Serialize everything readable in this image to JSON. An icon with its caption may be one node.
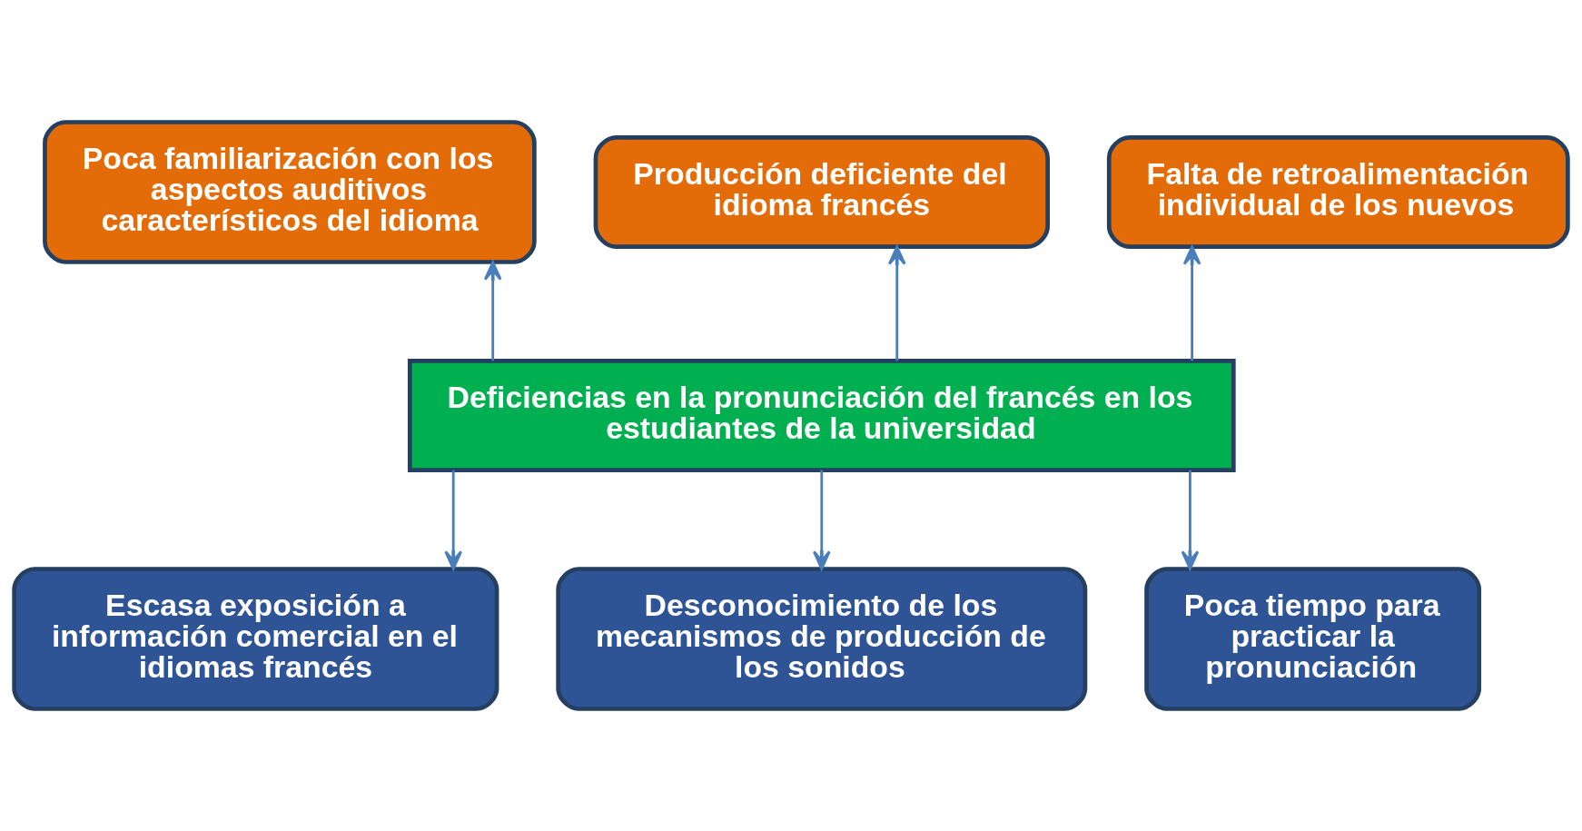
{
  "diagram": {
    "nodes": [
      {
        "text": [
          "Poca familiarización con los aspectos auditivos característicos del idioma"
        ]
      },
      {
        "text": [
          "Producción deficiente del idioma francés"
        ]
      },
      {
        "text": [
          "Falta de retroalimentación individual de los nuevos"
        ]
      },
      {
        "text": [
          "Deficiencias en la pronunciación del francés en los estudiantes de la universidad"
        ]
      },
      {
        "text": [
          "Escasa exposición a información comercial en el idiomas francés"
        ]
      },
      {
        "text": [
          "Desconocimiento de los mecanismos de producción de los sonidos"
        ]
      },
      {
        "text": [
          "Poca tiempo para practicar la pronunciación"
        ]
      }
    ],
    "edges": [
      {
        "from": 3,
        "to": 0,
        "arrow": "to"
      },
      {
        "from": 3,
        "to": 1,
        "arrow": "to"
      },
      {
        "from": 3,
        "to": 2,
        "arrow": "to"
      },
      {
        "from": 3,
        "to": 4,
        "arrow": "to"
      },
      {
        "from": 3,
        "to": 5,
        "arrow": "to"
      },
      {
        "from": 3,
        "to": 6,
        "arrow": "to"
      }
    ]
  }
}
